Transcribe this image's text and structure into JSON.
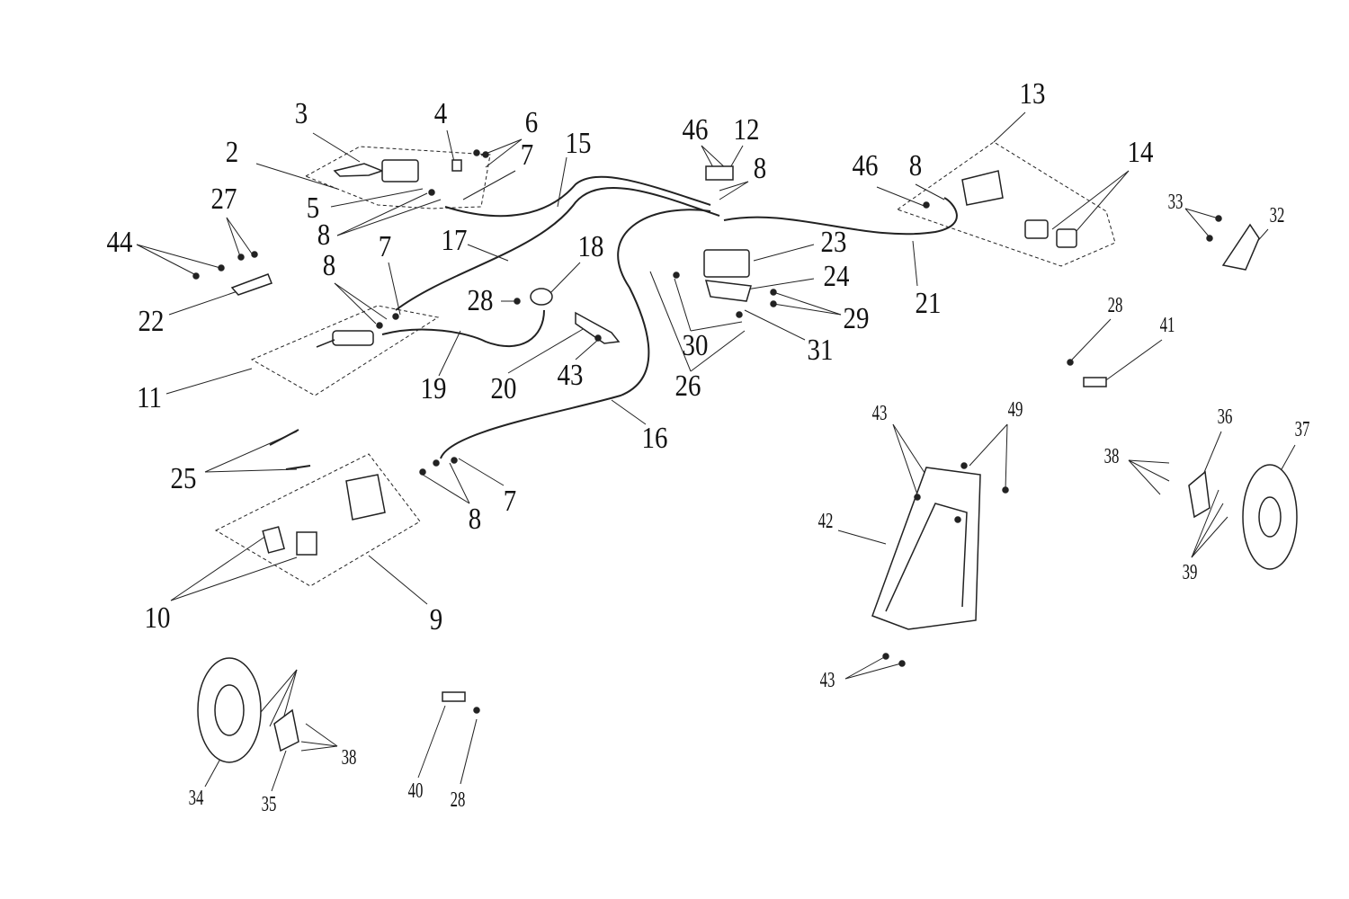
{
  "diagram": {
    "title": "Brake system exploded parts diagram",
    "labels": [
      "3",
      "4",
      "6",
      "2",
      "7",
      "15",
      "46",
      "12",
      "8",
      "13",
      "46",
      "8",
      "14",
      "27",
      "5",
      "8",
      "44",
      "17",
      "18",
      "23",
      "24",
      "22",
      "8",
      "7",
      "28",
      "29",
      "21",
      "30",
      "31",
      "11",
      "19",
      "20",
      "43",
      "26",
      "16",
      "25",
      "7",
      "8",
      "10",
      "9",
      "33",
      "32",
      "28",
      "41",
      "43",
      "49",
      "36",
      "37",
      "38",
      "42",
      "39",
      "43",
      "38",
      "34",
      "35",
      "40",
      "28"
    ]
  }
}
